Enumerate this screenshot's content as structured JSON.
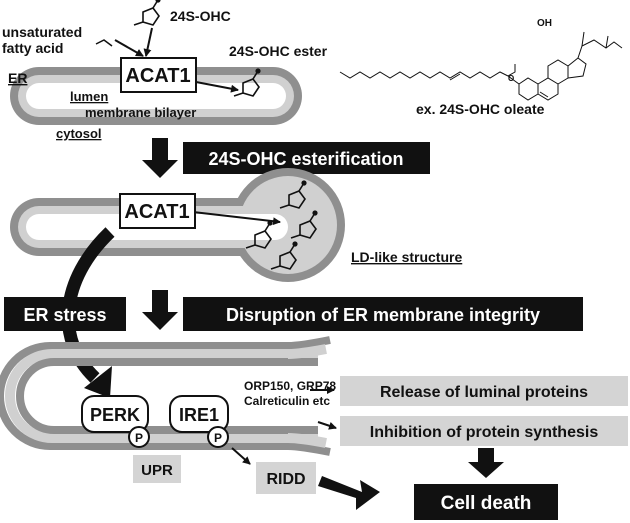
{
  "labels": {
    "ohc": "24S-OHC",
    "unsaturated": "unsaturated",
    "fatty_acid": "fatty acid",
    "acat1": "ACAT1",
    "ohc_ester": "24S-OHC ester",
    "er": "ER",
    "lumen": "lumen",
    "membrane_bilayer": "membrane bilayer",
    "cytosol": "cytosol",
    "oh": "OH",
    "o": "O",
    "oleate_example": "ex. 24S-OHC oleate",
    "esterification": "24S-OHC esterification",
    "ld_like": "LD-like structure",
    "er_stress": "ER stress",
    "disruption": "Disruption of ER membrane integrity",
    "perk": "PERK",
    "ire1": "IRE1",
    "p": "P",
    "orp150": "ORP150, GRP78",
    "calreticulin": "Calreticulin etc",
    "release": "Release of luminal proteins",
    "inhibition": "Inhibition of protein synthesis",
    "upr": "UPR",
    "ridd": "RIDD",
    "cell_death": "Cell death"
  },
  "colors": {
    "membrane_outer": "#8f8f8f",
    "membrane_inner": "#d0d0d0",
    "banner": "#111111",
    "grey_box": "#d4d4d4"
  }
}
